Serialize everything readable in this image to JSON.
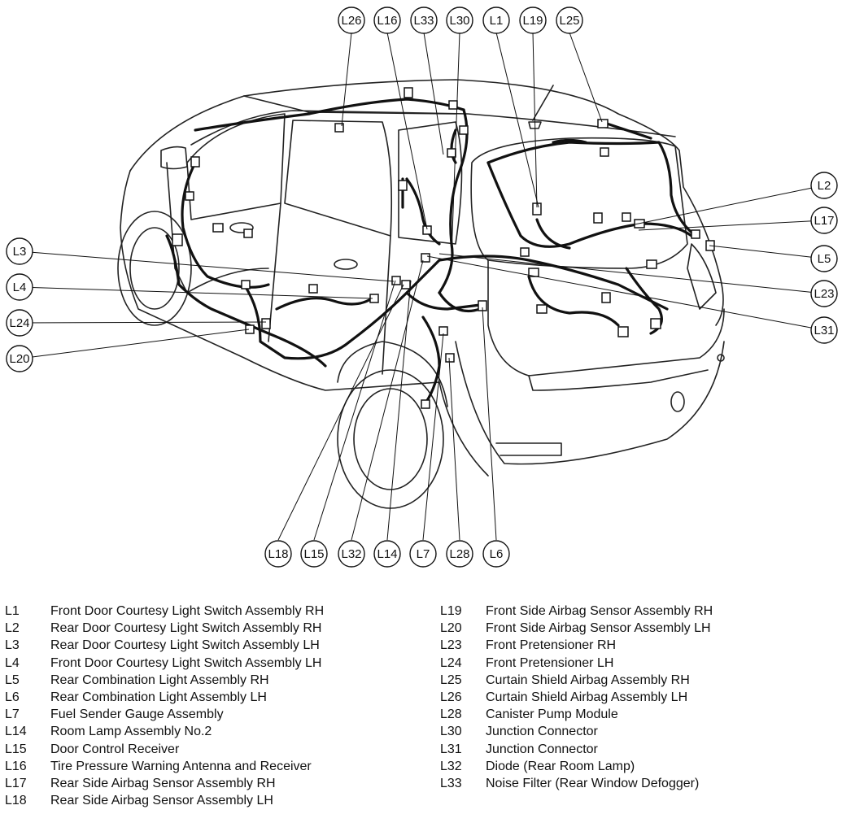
{
  "callouts": {
    "top": [
      "L26",
      "L16",
      "L33",
      "L30",
      "L1",
      "L19",
      "L25"
    ],
    "right": [
      "L2",
      "L17",
      "L5",
      "L23",
      "L31"
    ],
    "left": [
      "L3",
      "L4",
      "L24",
      "L20"
    ],
    "bottom": [
      "L18",
      "L15",
      "L32",
      "L14",
      "L7",
      "L28",
      "L6"
    ]
  },
  "legend_left": [
    {
      "code": "L1",
      "name": "Front Door Courtesy Light Switch Assembly RH"
    },
    {
      "code": "L2",
      "name": "Rear Door Courtesy Light Switch Assembly RH"
    },
    {
      "code": "L3",
      "name": "Rear Door Courtesy Light Switch Assembly LH"
    },
    {
      "code": "L4",
      "name": "Front Door Courtesy Light Switch Assembly LH"
    },
    {
      "code": "L5",
      "name": "Rear Combination Light Assembly RH"
    },
    {
      "code": "L6",
      "name": "Rear Combination Light Assembly LH"
    },
    {
      "code": "L7",
      "name": "Fuel Sender Gauge Assembly"
    },
    {
      "code": "L14",
      "name": "Room Lamp Assembly No.2"
    },
    {
      "code": "L15",
      "name": "Door Control Receiver"
    },
    {
      "code": "L16",
      "name": "Tire Pressure Warning Antenna and Receiver"
    },
    {
      "code": "L17",
      "name": "Rear Side Airbag Sensor Assembly RH"
    },
    {
      "code": "L18",
      "name": "Rear Side Airbag Sensor Assembly LH"
    }
  ],
  "legend_right": [
    {
      "code": "L19",
      "name": "Front Side Airbag Sensor Assembly RH"
    },
    {
      "code": "L20",
      "name": "Front Side Airbag Sensor Assembly LH"
    },
    {
      "code": "L23",
      "name": "Front Pretensioner RH"
    },
    {
      "code": "L24",
      "name": "Front Pretensioner LH"
    },
    {
      "code": "L25",
      "name": "Curtain Shield Airbag Assembly RH"
    },
    {
      "code": "L26",
      "name": "Curtain Shield Airbag Assembly LH"
    },
    {
      "code": "L28",
      "name": "Canister Pump Module"
    },
    {
      "code": "L30",
      "name": "Junction Connector"
    },
    {
      "code": "L31",
      "name": "Junction Connector"
    },
    {
      "code": "L32",
      "name": "Diode (Rear Room Lamp)"
    },
    {
      "code": "L33",
      "name": "Noise Filter (Rear Window Defogger)"
    }
  ]
}
